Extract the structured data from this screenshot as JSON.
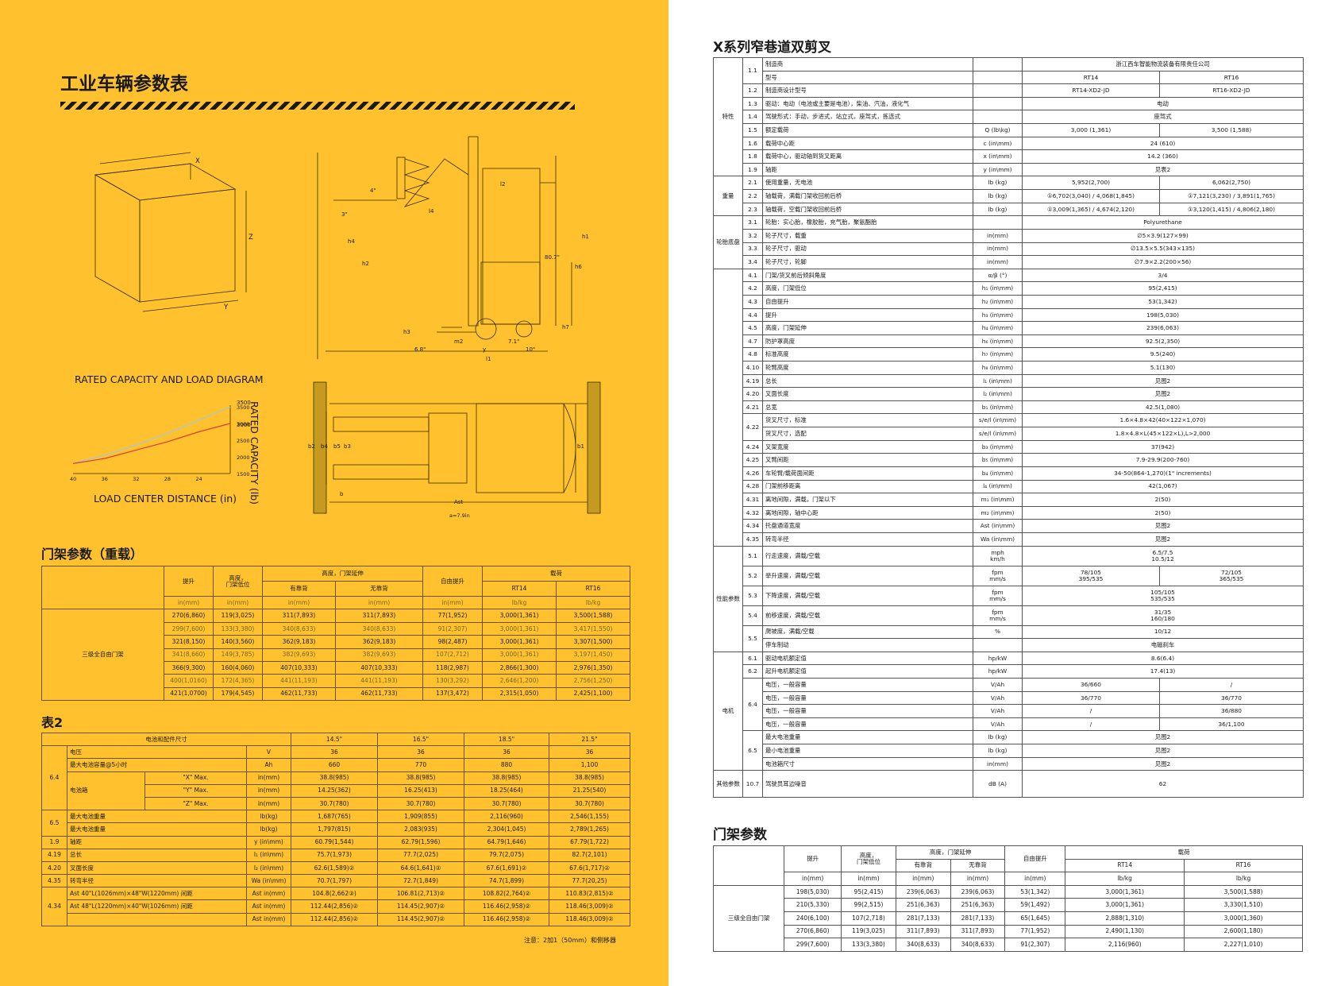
{
  "left": {
    "title": "工业车辆参数表",
    "rated_caption": "RATED CAPACITY AND LOAD DIAGRAM",
    "load_center_label": "LOAD CENTER DISTANCE (in)",
    "rated_capacity_label": "RATED CAPACITY (lb)",
    "chart_data": {
      "type": "line",
      "title": "RATED CAPACITY AND LOAD DIAGRAM",
      "xlabel": "LOAD CENTER DISTANCE (in)",
      "ylabel": "RATED CAPACITY (lb)",
      "x": [
        40,
        36,
        32,
        28,
        24,
        20
      ],
      "xlim": [
        40,
        20
      ],
      "ylim": [
        1500,
        3500
      ],
      "yticks": [
        1500,
        2000,
        2500,
        3000,
        3500
      ],
      "series": [
        {
          "name": "",
          "values": [
            1800,
            2050,
            2350,
            2700,
            3100,
            3500
          ],
          "color": "#9ec9e0",
          "annotation": "3500"
        },
        {
          "name": "",
          "values": [
            1800,
            1950,
            2200,
            2450,
            2750,
            3000
          ],
          "color": "#e03a2a",
          "annotation": "3000"
        }
      ]
    },
    "dims": {
      "x": "X",
      "y": "Y",
      "z": "Z",
      "l2": "l2",
      "l4": "l4",
      "h1": "h1",
      "h6": "h6",
      "h4": "h4",
      "h2": "h2",
      "h3": "h3",
      "h7": "h7",
      "m2": "m2",
      "y_dim": "y",
      "l1": "l1",
      "d80": "80.7\"",
      "d68": "6.8\"",
      "d71": "7.1\"",
      "d10": "10\"",
      "d4": "4\"",
      "d3": "3\"",
      "b2": "b2",
      "b4": "b4",
      "b5": "b5",
      "b3": "b3",
      "b1": "b1",
      "ast": "Ast",
      "a": "a=7.9in",
      "b": "b"
    },
    "mast_title": "门架参数（重载）",
    "mast": {
      "headers": {
        "lift": "提升",
        "height_low1": "高度，",
        "height_low2": "门架低位",
        "ext": "高度，门架延伸",
        "ext_with": "有靠背",
        "ext_without": "无靠背",
        "free": "自由提升",
        "load": "载荷",
        "rt14": "RT14",
        "rt16": "RT16"
      },
      "units": [
        "in(mm)",
        "in(mm)",
        "in(mm)",
        "in(mm)",
        "in(mm)",
        "lb/kg",
        "lb/kg"
      ],
      "type_label": "三级全自由门架",
      "rows": [
        [
          "270(6,860)",
          "119(3,025)",
          "311(7,893)",
          "311(7,893)",
          "77(1,952)",
          "3,000(1,361)",
          "3,500(1,588)"
        ],
        [
          "299(7,600)",
          "133(3,380)",
          "340(8,633)",
          "340(8,633)",
          "91(2,307)",
          "3,000(1,361)",
          "3,417(1,550)"
        ],
        [
          "321(8,150)",
          "140(3,560)",
          "362(9,183)",
          "362(9,183)",
          "98(2,487)",
          "3,000(1,361)",
          "3,307(1,500)"
        ],
        [
          "341(8,660)",
          "149(3,785)",
          "382(9,693)",
          "382(9,693)",
          "107(2,712)",
          "3,000(1,361)",
          "3,197(1,450)"
        ],
        [
          "366(9,300)",
          "160(4,060)",
          "407(10,333)",
          "407(10,333)",
          "118(2,987)",
          "2,866(1,300)",
          "2,976(1,350)"
        ],
        [
          "400(1,0160)",
          "172(4,365)",
          "441(11,193)",
          "441(11,193)",
          "130(3,292)",
          "2,646(1,200)",
          "2,756(1,250)"
        ],
        [
          "421(1,0700)",
          "179(4,545)",
          "462(11,733)",
          "462(11,733)",
          "137(3,472)",
          "2,315(1,050)",
          "2,425(1,100)"
        ]
      ]
    },
    "table2_title": "表2",
    "table2": {
      "header": [
        "电池和配件尺寸",
        "14.5\"",
        "16.5\"",
        "18.5\"",
        "21.5\""
      ],
      "rows": [
        {
          "code": "6.4",
          "group": "",
          "name": "电压",
          "unit": "V",
          "v": [
            "36",
            "36",
            "36",
            "36"
          ]
        },
        {
          "code": "",
          "group": "",
          "name": "最大电池容量@5小时",
          "unit": "Ah",
          "v": [
            "660",
            "770",
            "880",
            "1,100"
          ]
        },
        {
          "code": "",
          "group": "电池箱",
          "name": "\"X\" Max.",
          "unit": "in(mm)",
          "v": [
            "38.8(985)",
            "38.8(985)",
            "38.8(985)",
            "38.8(985)"
          ]
        },
        {
          "code": "",
          "group": "",
          "name": "\"Y\" Max.",
          "unit": "in(mm)",
          "v": [
            "14.25(362)",
            "16.25(413)",
            "18.25(464)",
            "21.25(540)"
          ]
        },
        {
          "code": "",
          "group": "",
          "name": "\"Z\" Max.",
          "unit": "in(mm)",
          "v": [
            "30.7(780)",
            "30.7(780)",
            "30.7(780)",
            "30.7(780)"
          ]
        },
        {
          "code": "6.5",
          "group": "",
          "name": "最大电池重量",
          "unit": "lb(kg)",
          "v": [
            "1,687(765)",
            "1,909(855)",
            "2,116(960)",
            "2,546(1,155)"
          ]
        },
        {
          "code": "",
          "group": "",
          "name": "最大电池重量",
          "unit": "lb(kg)",
          "v": [
            "1,797(815)",
            "2,083(935)",
            "2,304(1,045)",
            "2,789(1,265)"
          ]
        },
        {
          "code": "1.9",
          "group": "",
          "name": "轴距",
          "unit": "y (in\\mm)",
          "v": [
            "60.79(1,544)",
            "62.79(1,596)",
            "64.79(1,646)",
            "67.79(1,722)"
          ]
        },
        {
          "code": "4.19",
          "group": "",
          "name": "总长",
          "unit": "l₁ (in\\mm)",
          "v": [
            "75.7(1,973)",
            "77.7(2,025)",
            "79.7(2,075)",
            "82.7(2,101)"
          ]
        },
        {
          "code": "4.20",
          "group": "",
          "name": "叉面长度",
          "unit": "l₂ (in\\mm)",
          "v": [
            "62.6(1,589)②",
            "64.6(1,641)②",
            "67.6(1,691)②",
            "67.6(1,717)②"
          ]
        },
        {
          "code": "4.35",
          "group": "",
          "name": "转弯半径",
          "unit": "Wa (in\\mm)",
          "v": [
            "70.7(1,797)",
            "72.7(1,849)",
            "74.7(1,899)",
            "77.7(20,25)"
          ]
        },
        {
          "code": "4.34",
          "group": "",
          "name": "Ast 40\"L(1026mm)×48\"W(1220mm) 间距",
          "unit": "Ast in(mm)",
          "v": [
            "104.8(2,662③)",
            "106.81(2,713)②",
            "108.82(2,764)②",
            "110.83(2,815)②"
          ]
        },
        {
          "code": "",
          "group": "",
          "name": "Ast 48\"L(1220mm)×40\"W(1026mm) 间距",
          "unit": "Ast in(mm)",
          "v": [
            "112.44(2,856)②",
            "114.45(2,907)②",
            "116.46(2,958)②",
            "118.46(3,009)②"
          ]
        },
        {
          "code": "",
          "group": "",
          "name": "",
          "unit": "Ast in(mm)",
          "v": [
            "112.44(2,856)②",
            "114.45(2,907)②",
            "116.46(2,958)②",
            "118.46(3,009)②"
          ]
        }
      ],
      "note": "注意：2加1（50mm）和侧移器"
    }
  },
  "right": {
    "title": "X系列窄巷道双剪叉",
    "spec_rows": [
      {
        "g": "特性",
        "c": "1.1",
        "n": "制造商",
        "u": "",
        "span": "浙江西车智能物流装备有限责任公司"
      },
      {
        "g": "",
        "c": "",
        "n": "型号",
        "u": "",
        "a": "RT14",
        "b": "RT16"
      },
      {
        "g": "",
        "c": "1.2",
        "n": "制造商设计型号",
        "u": "",
        "a": "RT14-XD2-JD",
        "b": "RT16-XD2-JD"
      },
      {
        "g": "",
        "c": "1.3",
        "n": "驱动：电动（电池或主要是电池），柴油、汽油，液化气",
        "u": "",
        "span": "电动"
      },
      {
        "g": "",
        "c": "1.4",
        "n": "驾驶形式：手动，步进式，站立式，座驾式，拣选式",
        "u": "",
        "span": "座驾式"
      },
      {
        "g": "",
        "c": "1.5",
        "n": "额定载荷",
        "u": "Q (lb\\kg)",
        "a": "3,000 (1,361)",
        "b": "3,500 (1,588)"
      },
      {
        "g": "",
        "c": "1.6",
        "n": "载荷中心距",
        "u": "c (in\\mm)",
        "span": "24 (610)"
      },
      {
        "g": "",
        "c": "1.8",
        "n": "载荷中心，驱动轴到货叉距离",
        "u": "x (in\\mm)",
        "span": "14.2 (360)"
      },
      {
        "g": "",
        "c": "1.9",
        "n": "轴距",
        "u": "y (in\\mm)",
        "span": "见表2"
      },
      {
        "g": "重量",
        "c": "2.1",
        "n": "使用重量，无电池",
        "u": "lb (kg)",
        "a": "5,952(2,700)",
        "b": "6,062(2,750)"
      },
      {
        "g": "",
        "c": "2.2",
        "n": "轴载荷，满载门架收回前后桥",
        "u": "lb (kg)",
        "a": "①6,702(3,040) / 4,068(1,845)",
        "b": "①7,121(3,230) / 3,891(1,765)"
      },
      {
        "g": "",
        "c": "2.3",
        "n": "轴载荷，空载门架收回前后桥",
        "u": "lb (kg)",
        "a": "①3,009(1,365) / 4,674(2,120)",
        "b": "①3,120(1,415) / 4,806(2,180)"
      },
      {
        "g": "轮胎底盘",
        "c": "3.1",
        "n": "轮胎：实心胎，橡胶胎，充气胎，聚氨酯胎",
        "u": "",
        "span": "Polyurethane"
      },
      {
        "g": "",
        "c": "3.2",
        "n": "轮子尺寸，载重",
        "u": "in(mm)",
        "span": "∅5×3.9(127×99)"
      },
      {
        "g": "",
        "c": "3.3",
        "n": "轮子尺寸，驱动",
        "u": "in(mm)",
        "span": "∅13.5×5.5(343×135)"
      },
      {
        "g": "",
        "c": "3.4",
        "n": "轮子尺寸，轮脚",
        "u": "in(mm)",
        "span": "∅7.9×2.2(200×56)"
      },
      {
        "g": "",
        "c": "4.1",
        "n": "门架/货叉前后倾斜角度",
        "u": "α/β (°)",
        "span": "3/4"
      },
      {
        "g": "",
        "c": "4.2",
        "n": "高度，门架低位",
        "u": "h₁ (in\\mm)",
        "span": "95(2,415)"
      },
      {
        "g": "",
        "c": "4.3",
        "n": "自由提升",
        "u": "h₂ (in\\mm)",
        "span": "53(1,342)"
      },
      {
        "g": "",
        "c": "4.4",
        "n": "提升",
        "u": "h₃ (in\\mm)",
        "span": "198(5,030)"
      },
      {
        "g": "",
        "c": "4.5",
        "n": "高度，门架延伸",
        "u": "h₄ (in\\mm)",
        "span": "239(6,063)"
      },
      {
        "g": "",
        "c": "4.7",
        "n": "防护罩高度",
        "u": "h₆ (in\\mm)",
        "span": "92.5(2,350)"
      },
      {
        "g": "",
        "c": "4.8",
        "n": "标准高度",
        "u": "h₇ (in\\mm)",
        "span": "9.5(240)"
      },
      {
        "g": "",
        "c": "4.10",
        "n": "轮臂高度",
        "u": "h₈ (in\\mm)",
        "span": "5.1(130)"
      },
      {
        "g": "",
        "c": "4.19",
        "n": "总长",
        "u": "l₁ (in\\mm)",
        "span": "见图2"
      },
      {
        "g": "",
        "c": "4.20",
        "n": "叉面长度",
        "u": "l₂ (in\\mm)",
        "span": "见图2"
      },
      {
        "g": "",
        "c": "4.21",
        "n": "总宽",
        "u": "b₁ (in\\mm)",
        "span": "42.5(1,080)"
      },
      {
        "g": "",
        "c": "4.22",
        "n": "货叉尺寸，标准",
        "u": "s/e/l (in\\mm)",
        "span": "1.6×4.8×42(40×122×1,070)"
      },
      {
        "g": "",
        "c": "",
        "n": "货叉尺寸，选配",
        "u": "s/e/l (in\\mm)",
        "span": "1.8×4.8×L(45×122×L),L>2,000"
      },
      {
        "g": "",
        "c": "4.24",
        "n": "叉架宽度",
        "u": "b₃ (in\\mm)",
        "span": "37(942)"
      },
      {
        "g": "",
        "c": "4.25",
        "n": "叉臂间距",
        "u": "b₅ (in\\mm)",
        "span": "7.9-29.9(200-760)"
      },
      {
        "g": "",
        "c": "4.26",
        "n": "车轮臂/载荷面间距",
        "u": "b₄ (in\\mm)",
        "span": "34-50(864-1,270)(1\" increments)"
      },
      {
        "g": "",
        "c": "4.28",
        "n": "门架前移距离",
        "u": "l₄ (in\\mm)",
        "span": "42(1,067)"
      },
      {
        "g": "",
        "c": "4.31",
        "n": "离地间隙，满载，门架以下",
        "u": "m₁ (in\\mm)",
        "span": "2(50)"
      },
      {
        "g": "",
        "c": "4.32",
        "n": "离地间隙，轴中心距",
        "u": "m₂ (in\\mm)",
        "span": "2(50)"
      },
      {
        "g": "",
        "c": "4.34",
        "n": "托盘通道宽度",
        "u": "Ast (in\\mm)",
        "span": "见图2"
      },
      {
        "g": "",
        "c": "4.35",
        "n": "转弯半径",
        "u": "Wa (in\\mm)",
        "span": "见图2"
      },
      {
        "g": "性能参数",
        "c": "5.1",
        "n": "行走速度，满载/空载",
        "u": "mph\nkm/h",
        "span": "6.5/7.5\n10.5/12",
        "tall": true
      },
      {
        "g": "",
        "c": "5.2",
        "n": "举升速度，满载/空载",
        "u": "fpm\nmm/s",
        "a": "78/105\n395/535",
        "b": "72/105\n365/535",
        "tall": true
      },
      {
        "g": "",
        "c": "5.3",
        "n": "下降速度，满载/空载",
        "u": "fpm\nmm/s",
        "span": "105/105\n535/535",
        "tall": true
      },
      {
        "g": "",
        "c": "5.4",
        "n": "前移速度，满载/空载",
        "u": "fpm\nmm/s",
        "span": "31/35\n160/180",
        "tall": true
      },
      {
        "g": "",
        "c": "5.5",
        "n": "爬坡度，满载/空载",
        "u": "%",
        "span": "10/12"
      },
      {
        "g": "",
        "c": "",
        "n": "停车制动",
        "u": "",
        "span": "电磁刹车"
      },
      {
        "g": "电机",
        "c": "6.1",
        "n": "驱动电机额定值",
        "u": "hp/kW",
        "span": "8.6(6.4)"
      },
      {
        "g": "",
        "c": "6.2",
        "n": "起升电机额定值",
        "u": "hp/kW",
        "span": "17.4(13)"
      },
      {
        "g": "",
        "c": "6.4",
        "n": "电压，一般容量",
        "u": "V/Ah",
        "a": "36/660",
        "b": "/"
      },
      {
        "g": "",
        "c": "",
        "n": "电压，一般容量",
        "u": "V/Ah",
        "a": "36/770",
        "b": "36/770"
      },
      {
        "g": "",
        "c": "",
        "n": "电压，一般容量",
        "u": "V/Ah",
        "a": "/",
        "b": "36/880"
      },
      {
        "g": "",
        "c": "",
        "n": "电压，一般容量",
        "u": "V/Ah",
        "a": "/",
        "b": "36/1,100"
      },
      {
        "g": "",
        "c": "6.5",
        "n": "最大电池重量",
        "u": "lb (kg)",
        "span": "见图2"
      },
      {
        "g": "",
        "c": "",
        "n": "最小电池重量",
        "u": "lb (kg)",
        "span": "见图2"
      },
      {
        "g": "",
        "c": "",
        "n": "电池箱尺寸",
        "u": "in(mm)",
        "span": "见图2"
      },
      {
        "g": "其他参数",
        "c": "10.7",
        "n": "驾驶员耳边噪音",
        "u": "dB (A)",
        "span": "62",
        "tall2": true
      }
    ],
    "mast_title": "门架参数",
    "mast": {
      "headers": {
        "lift": "提升",
        "height_low1": "高度，",
        "height_low2": "门架低位",
        "ext": "高度，门架延伸",
        "ext_with": "有靠背",
        "ext_without": "无靠背",
        "free": "自由提升",
        "load": "载荷",
        "rt14": "RT14",
        "rt16": "RT16"
      },
      "units": [
        "in(mm)",
        "in(mm)",
        "in(mm)",
        "in(mm)",
        "in(mm)",
        "lb/kg",
        "lb/kg"
      ],
      "type_label": "三级全自由门架",
      "rows": [
        [
          "198(5,030)",
          "95(2,415)",
          "239(6,063)",
          "239(6,063)",
          "53(1,342)",
          "3,000(1,361)",
          "3,500(1,588)"
        ],
        [
          "210(5,330)",
          "99(2,515)",
          "251(6,363)",
          "251(6,363)",
          "59(1,492)",
          "3,000(1,361)",
          "3,330(1,510)"
        ],
        [
          "240(6,100)",
          "107(2,718)",
          "281(7,133)",
          "281(7,133)",
          "65(1,645)",
          "2,888(1,310)",
          "3,000(1,360)"
        ],
        [
          "270(6,860)",
          "119(3,025)",
          "311(7,893)",
          "311(7,893)",
          "77(1,952)",
          "2,490(1,130)",
          "2,600(1,180)"
        ],
        [
          "299(7,600)",
          "133(3,380)",
          "340(8,633)",
          "340(8,633)",
          "91(2,307)",
          "2,116(960)",
          "2,227(1,010)"
        ]
      ]
    }
  }
}
